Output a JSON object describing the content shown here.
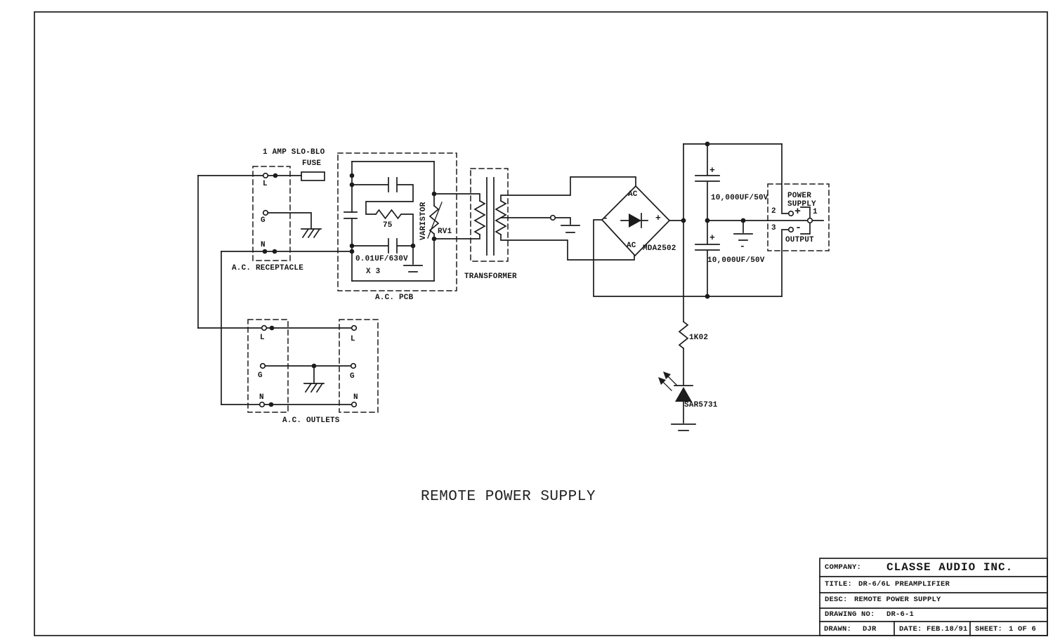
{
  "drawing": {
    "main_title": "REMOTE POWER SUPPLY"
  },
  "receptacle": {
    "label": "A.C. RECEPTACLE",
    "terminal_l": "L",
    "terminal_g": "G",
    "terminal_n": "N"
  },
  "fuse": {
    "rating": "1 AMP SLO-BLO",
    "label": "FUSE"
  },
  "pcb": {
    "label": "A.C. PCB",
    "cap_value": "0.01UF/630V",
    "cap_qty": "X 3",
    "resistor": "75",
    "varistor": "VARISTOR",
    "varistor_ref": "RV1"
  },
  "transformer": {
    "label": "TRANSFORMER"
  },
  "bridge": {
    "ref": "MDA2502",
    "ac": "AC",
    "plus": "+",
    "minus": "-"
  },
  "filter": {
    "cap_top": "10,000UF/50V",
    "cap_bottom": "10,000UF/50V",
    "plus": "+",
    "minus": "-"
  },
  "indicator": {
    "resistor": "1K02",
    "led": "SAR5731"
  },
  "outlets": {
    "label": "A.C. OUTLETS",
    "terminal_l": "L",
    "terminal_g": "G",
    "terminal_n": "N"
  },
  "connector": {
    "name_line1": "POWER",
    "name_line2": "SUPPLY",
    "output": "OUTPUT",
    "pin1": "1",
    "pin2": "2",
    "pin3": "3",
    "plus": "+",
    "minus": "-"
  },
  "title_block": {
    "company_label": "COMPANY:",
    "company": "CLASSE AUDIO INC.",
    "title_label": "TITLE:",
    "title": "DR-6/6L PREAMPLIFIER",
    "desc_label": "DESC:",
    "desc": "REMOTE POWER SUPPLY",
    "drawing_no_label": "DRAWING NO:",
    "drawing_no": "DR-6-1",
    "drawn_label": "DRAWN:",
    "drawn": "DJR",
    "date_label": "DATE:",
    "date": "FEB.18/91",
    "sheet_label": "SHEET:",
    "sheet": "1 OF 6"
  }
}
